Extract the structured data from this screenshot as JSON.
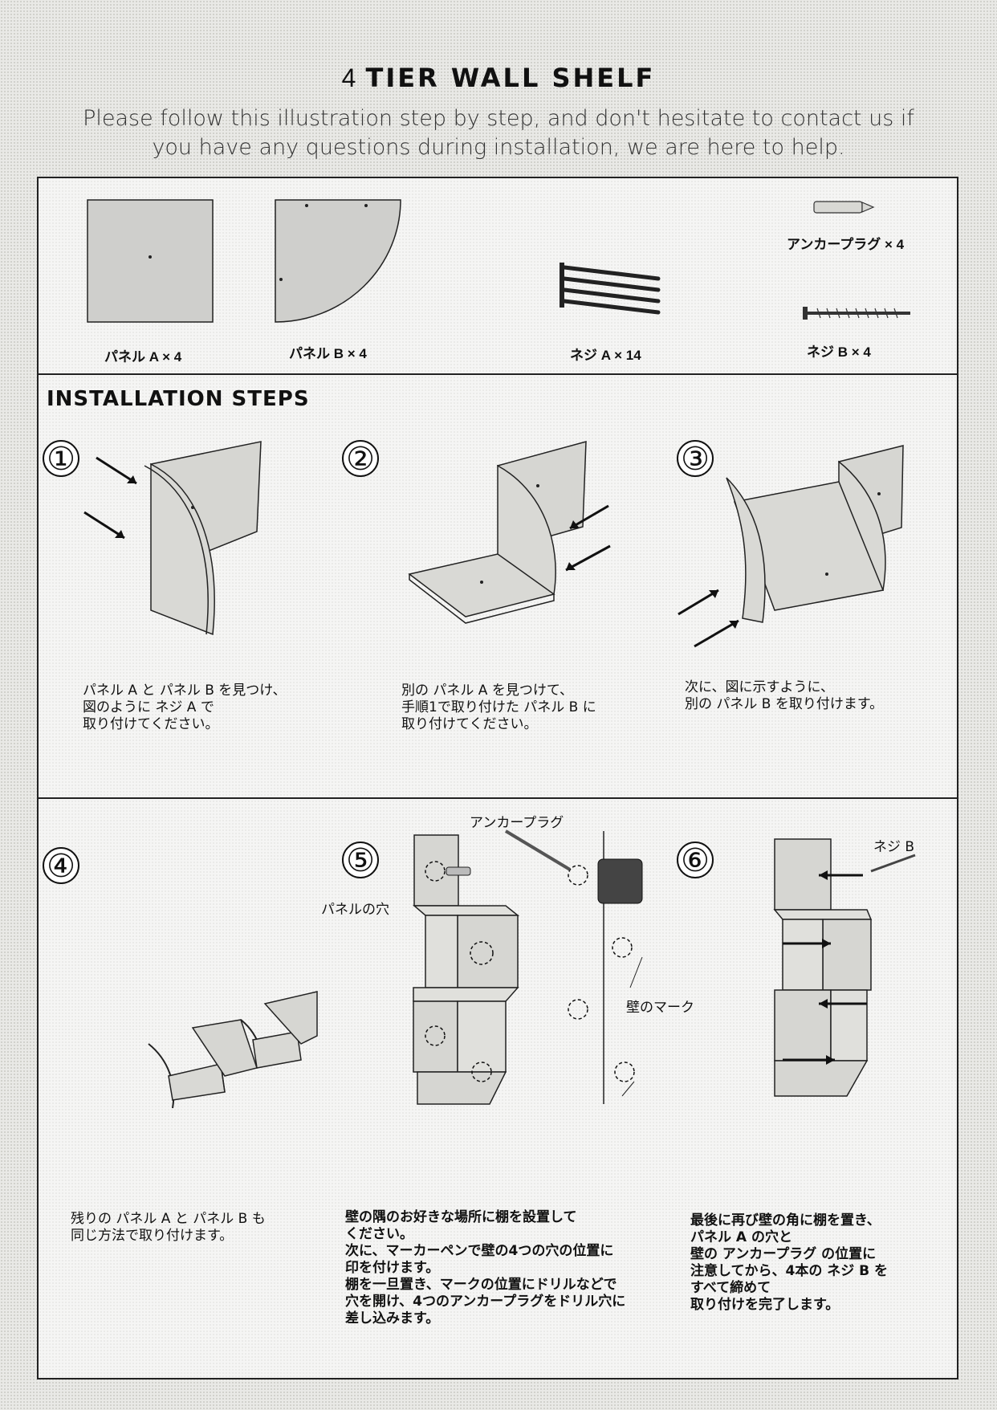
{
  "header": {
    "title_number": "4",
    "title_text": "TIER WALL SHELF",
    "subtitle_line1": "Please follow this illustration step by step, and don't hesitate to contact us if",
    "subtitle_line2": "you have any questions during installation, we are here to help."
  },
  "parts": {
    "panel_a": "パネル A × 4",
    "panel_b": "パネル B × 4",
    "screw_a": "ネジ A × 14",
    "anchor": "アンカープラグ × 4",
    "screw_b": "ネジ B × 4"
  },
  "section_title": "INSTALLATION STEPS",
  "steps": [
    {
      "num": "①",
      "lines": [
        "パネル A と パネル B を見つけ、",
        "図のように ネジ A で",
        "取り付けてください。"
      ]
    },
    {
      "num": "②",
      "lines": [
        "別の パネル A を見つけて、",
        "手順1で取り付けた パネル B に",
        "取り付けてください。"
      ]
    },
    {
      "num": "③",
      "lines": [
        "次に、図に示すように、",
        "別の パネル B を取り付けます。"
      ]
    },
    {
      "num": "④",
      "lines": [
        "残りの パネル A と パネル B も",
        "同じ方法で取り付けます。"
      ]
    },
    {
      "num": "⑤",
      "lines": [
        "壁の隅のお好きな場所に棚を設置して",
        "ください。",
        "次に、マーカーペンで壁の4つの穴の位置に",
        "印を付けます。",
        "棚を一旦置き、マークの位置にドリルなどで",
        "穴を開け、4つのアンカープラグをドリル穴に",
        "差し込みます。"
      ]
    },
    {
      "num": "⑥",
      "lines": [
        "最後に再び壁の角に棚を置き、",
        "パネル A の穴と",
        "壁の アンカープラグ の位置に",
        "注意してから、4本の ネジ B を",
        "すべて締めて",
        "取り付けを完了します。"
      ]
    }
  ],
  "annotations": {
    "anchor_plug": "アンカープラグ",
    "panel_hole": "パネルの穴",
    "wall_mark": "壁のマーク",
    "screw_b": "ネジ B"
  }
}
